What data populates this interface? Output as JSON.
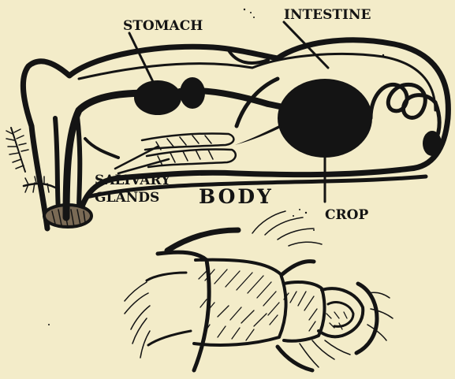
{
  "diagram": {
    "labels": {
      "stomach": "STOMACH",
      "intestine": "INTESTINE",
      "salivary_line1": "SALIVARY",
      "salivary_line2": "GLANDS",
      "body": "BODY",
      "crop": "CROP"
    },
    "colors": {
      "paper": "#f3ecc9",
      "ink": "#141414"
    }
  }
}
